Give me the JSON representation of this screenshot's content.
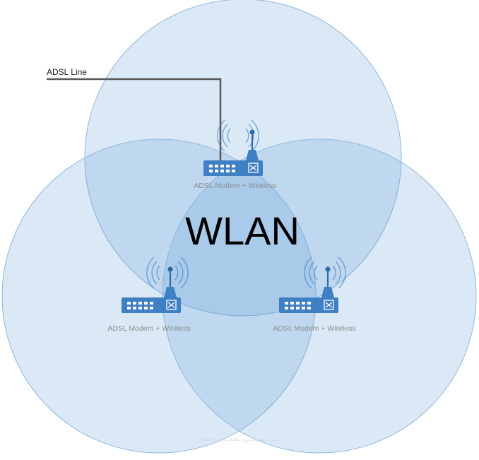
{
  "diagram": {
    "center_label": "WLAN",
    "cable_label": "ADSL Line",
    "routers": [
      {
        "id": "top",
        "label": "ADSL Modem + Wireless"
      },
      {
        "id": "left",
        "label": "ADSL Modem + Wireless"
      },
      {
        "id": "right",
        "label": "ADSL Modem + Wireless"
      }
    ],
    "watermark": "ITPro.ir - انجمن تخصصی فناوری اطلاعات ایران",
    "colors": {
      "coverage_fill": "#5b9bd5",
      "coverage_stroke": "#8fb7dc",
      "router": "#3f7fc4",
      "cable": "#595959"
    },
    "icons": [
      "wireless-router-icon",
      "wifi-signal-icon"
    ]
  }
}
